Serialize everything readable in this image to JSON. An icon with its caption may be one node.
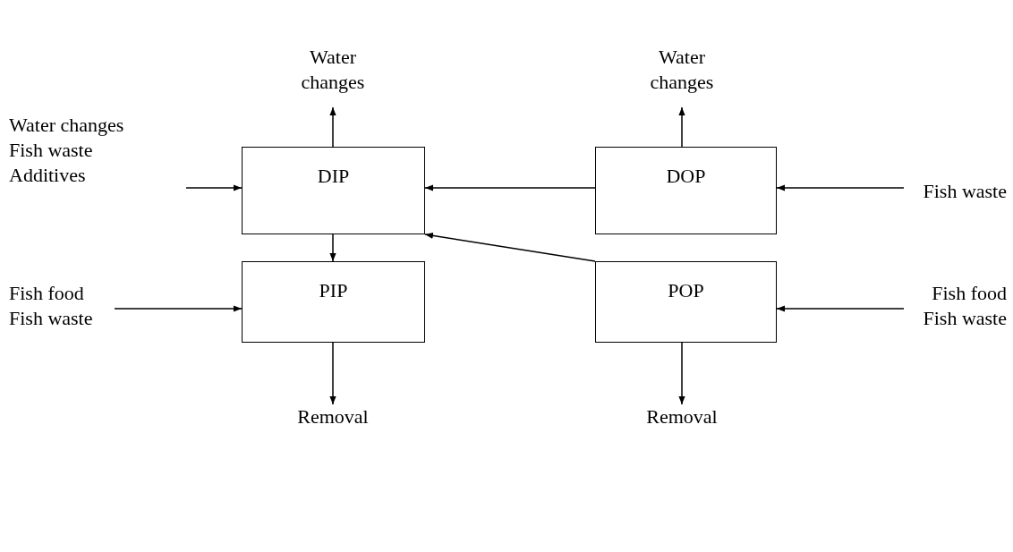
{
  "diagram": {
    "nodes": [
      {
        "text": [
          "Water changes"
        ]
      },
      {
        "text": [
          "Water changes"
        ]
      },
      {
        "text": [
          "Water changes",
          "Fish waste",
          "Additives"
        ]
      },
      {
        "text": [
          "DIP"
        ]
      },
      {
        "text": [
          "DOP"
        ]
      },
      {
        "text": [
          "Fish waste"
        ]
      },
      {
        "text": [
          "Fish food",
          "Fish waste"
        ]
      },
      {
        "text": [
          "PIP"
        ]
      },
      {
        "text": [
          "POP"
        ]
      },
      {
        "text": [
          "Fish food",
          "Fish waste"
        ]
      },
      {
        "text": [
          "Removal"
        ]
      },
      {
        "text": [
          "Removal"
        ]
      }
    ],
    "edges": [
      {
        "from": 3,
        "to": 0,
        "arrow": "to"
      },
      {
        "from": 4,
        "to": 1,
        "arrow": "to"
      },
      {
        "from": 2,
        "to": 3,
        "arrow": "to"
      },
      {
        "from": 4,
        "to": 3,
        "arrow": "to"
      },
      {
        "from": 5,
        "to": 4,
        "arrow": "to"
      },
      {
        "from": 3,
        "to": 7,
        "arrow": "to"
      },
      {
        "from": 8,
        "to": 3,
        "arrow": "to"
      },
      {
        "from": 6,
        "to": 7,
        "arrow": "to"
      },
      {
        "from": 9,
        "to": 8,
        "arrow": "to"
      },
      {
        "from": 7,
        "to": 10,
        "arrow": "to"
      },
      {
        "from": 8,
        "to": 11,
        "arrow": "to"
      }
    ]
  }
}
